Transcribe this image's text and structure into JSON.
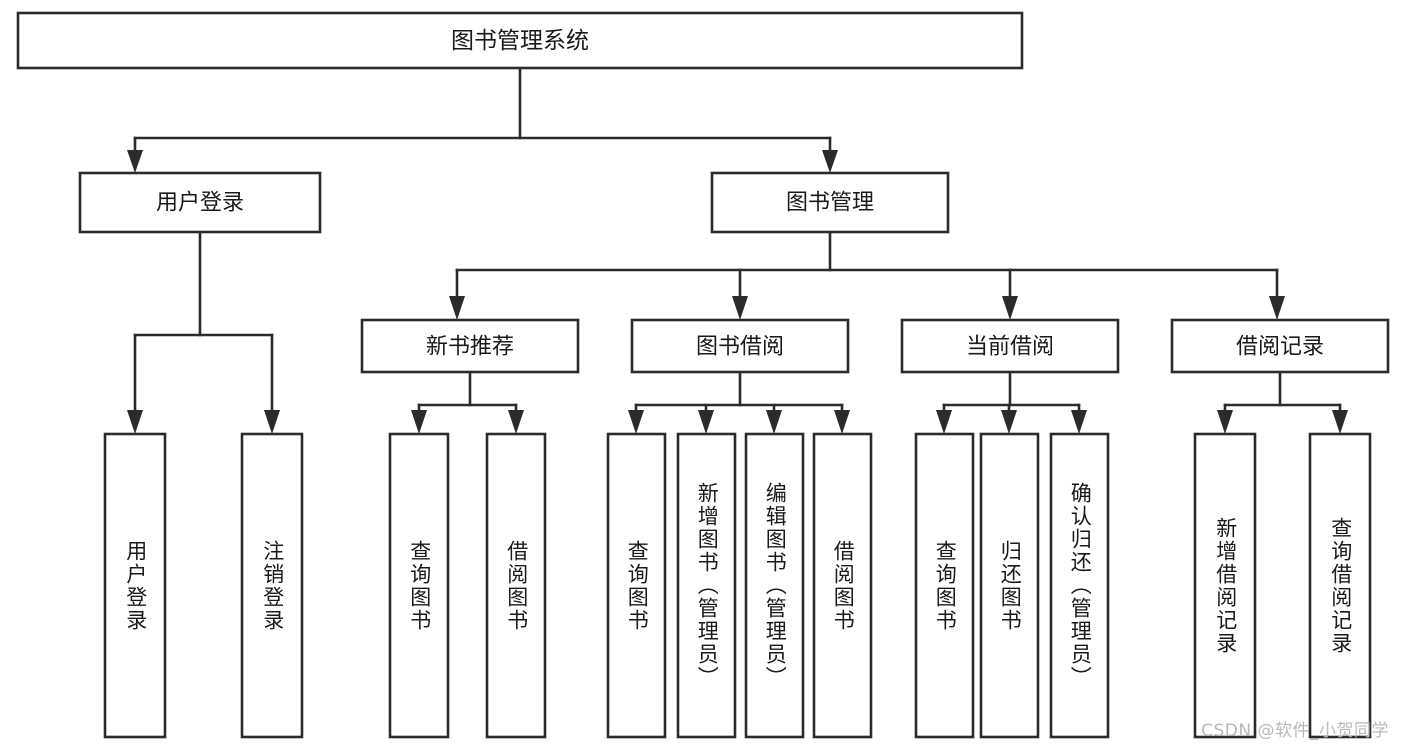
{
  "diagram": {
    "type": "tree-hierarchy",
    "title": "图书管理系统",
    "orientation": "top-down",
    "colors": {
      "background": "#ffffff",
      "box_fill": "#ffffff",
      "line": "#2b2b2b",
      "text": "#1a1a1a",
      "watermark": "#b9b9b9"
    },
    "root": {
      "label": "图书管理系统"
    },
    "level1": [
      {
        "label": "用户登录"
      },
      {
        "label": "图书管理"
      }
    ],
    "level2": [
      {
        "label": "新书推荐"
      },
      {
        "label": "图书借阅"
      },
      {
        "label": "当前借阅"
      },
      {
        "label": "借阅记录"
      }
    ],
    "leaves_user_login": [
      {
        "label": "用户登录"
      },
      {
        "label": "注销登录"
      }
    ],
    "leaves_new_book": [
      {
        "label": "查询图书"
      },
      {
        "label": "借阅图书"
      }
    ],
    "leaves_borrow": [
      {
        "label": "查询图书"
      },
      {
        "label": "新增图书（管理员）"
      },
      {
        "label": "编辑图书（管理员）"
      },
      {
        "label": "借阅图书"
      }
    ],
    "leaves_current": [
      {
        "label": "查询图书"
      },
      {
        "label": "归还图书"
      },
      {
        "label": "确认归还（管理员）"
      }
    ],
    "leaves_records": [
      {
        "label": "新增借阅记录"
      },
      {
        "label": "查询借阅记录"
      }
    ]
  },
  "watermark": {
    "text": "CSDN @软件_小贺同学"
  }
}
